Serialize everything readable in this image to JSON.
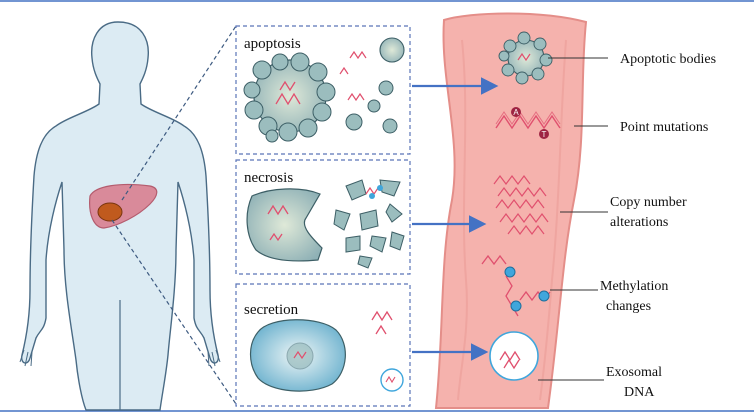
{
  "panels": {
    "apoptosis": "apoptosis",
    "necrosis": "necrosis",
    "secretion": "secretion"
  },
  "callouts": {
    "apoptotic_bodies": "Apoptotic bodies",
    "point_mutations": "Point mutations",
    "copy_number_1": "Copy number",
    "copy_number_2": "alterations",
    "methylation_1": "Methylation",
    "methylation_2": "changes",
    "exosomal_1": "Exosomal",
    "exosomal_2": "DNA"
  },
  "mutation_letters": {
    "a": "A",
    "t": "T"
  },
  "colors": {
    "body_fill": "#dcebf3",
    "body_stroke": "#4a6b85",
    "liver": "#d98a9a",
    "gallbladder": "#c05a1e",
    "vessel": "#f5b2ad",
    "vessel_edge": "#e48e89",
    "cell_fill": "#9bbdbe",
    "cell_stroke": "#3d5f66",
    "dna": "#e0506e",
    "methyl": "#3fa6dc",
    "frame": "#5a74b8",
    "arrow": "#4472c4"
  }
}
